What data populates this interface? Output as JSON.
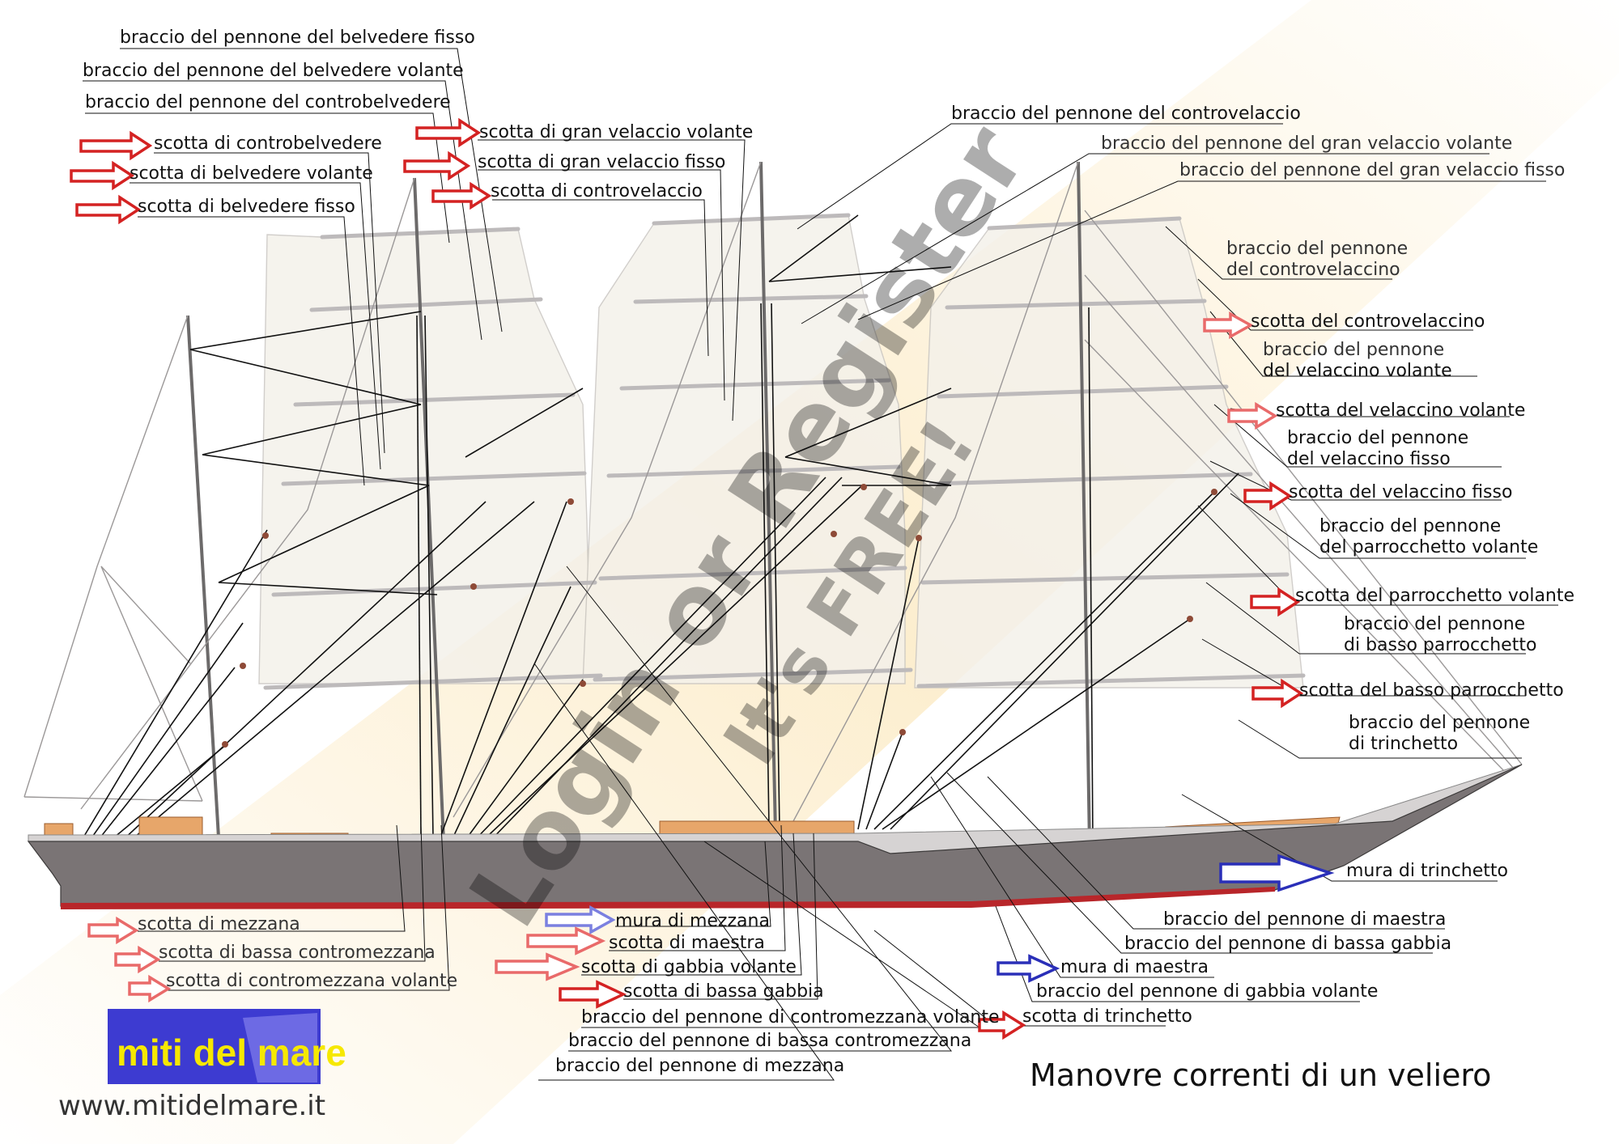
{
  "title": "Manovre correnti di un veliero",
  "website": "www.mitidelmare.it",
  "logo": {
    "text": "miti del mare"
  },
  "watermark": {
    "line1": "Login or Register",
    "line2": "It's FREE!"
  },
  "colors": {
    "hull": "#7a7475",
    "deck": "#d6d3d3",
    "wood": "#e7a66a",
    "keel_stripe": "#b8262a",
    "background_glow": "#fcecc9",
    "arrow_red": "#d42222",
    "arrow_red_light": "#e96a6a",
    "arrow_blue": "#2a2fb8",
    "arrow_blue_light": "#7b80e0",
    "logo_bg": "#3d3bd1",
    "logo_text": "#f6e800"
  },
  "labels": {
    "braccio_belvedere_fisso": "braccio del pennone del belvedere fisso",
    "braccio_belvedere_volante": "braccio del pennone del belvedere volante",
    "braccio_controbelvedere": "braccio del pennone del controbelvedere",
    "scotta_controbelvedere": "scotta di controbelvedere",
    "scotta_belvedere_volante": "scotta di belvedere volante",
    "scotta_belvedere_fisso": "scotta di belvedere fisso",
    "scotta_gran_velaccio_volante": "scotta di gran velaccio volante",
    "scotta_gran_velaccio_fisso": "scotta di gran velaccio fisso",
    "scotta_controvelaccio": "scotta di controvelaccio",
    "braccio_controvelaccio": "braccio del pennone del controvelaccio",
    "braccio_gran_velaccio_volante": "braccio del pennone del gran velaccio volante",
    "braccio_gran_velaccio_fisso": "braccio del pennone del gran velaccio fisso",
    "braccio_controvelaccino_1": "braccio del pennone",
    "braccio_controvelaccino_2": "del controvelaccino",
    "scotta_controvelaccino": "scotta del controvelaccino",
    "braccio_velaccino_volante_1": "braccio del pennone",
    "braccio_velaccino_volante_2": "del velaccino volante",
    "scotta_velaccino_volante": "scotta del velaccino volante",
    "braccio_velaccino_fisso_1": "braccio del pennone",
    "braccio_velaccino_fisso_2": "del velaccino fisso",
    "scotta_velaccino_fisso": "scotta del velaccino fisso",
    "braccio_parrocchetto_volante_1": "braccio del pennone",
    "braccio_parrocchetto_volante_2": "del parrocchetto volante",
    "scotta_parrocchetto_volante": "scotta del parrocchetto volante",
    "braccio_basso_parrocchetto_1": "braccio del pennone",
    "braccio_basso_parrocchetto_2": "di basso parrocchetto",
    "scotta_basso_parrocchetto": "scotta del basso parrocchetto",
    "braccio_trinchetto_1": "braccio del pennone",
    "braccio_trinchetto_2": "di trinchetto",
    "mura_trinchetto": "mura di trinchetto",
    "braccio_maestra": "braccio del pennone di maestra",
    "braccio_bassa_gabbia": "braccio del pennone di bassa gabbia",
    "mura_maestra": "mura di maestra",
    "braccio_gabbia_volante": "braccio del pennone di gabbia volante",
    "scotta_trinchetto": "scotta di trinchetto",
    "scotta_mezzana": "scotta di mezzana",
    "scotta_bassa_contromezzana": "scotta di bassa contromezzana",
    "scotta_contromezzana_volante": "scotta di contromezzana volante",
    "mura_mezzana": "mura di mezzana",
    "scotta_maestra": "scotta di maestra",
    "scotta_gabbia_volante": "scotta di gabbia volante",
    "scotta_bassa_gabbia": "scotta di bassa gabbia",
    "braccio_contromezzana_volante": "braccio del pennone di contromezzana volante",
    "braccio_bassa_contromezzana": "braccio del pennone di bassa contromezzana",
    "braccio_mezzana": "braccio del pennone di mezzana"
  }
}
